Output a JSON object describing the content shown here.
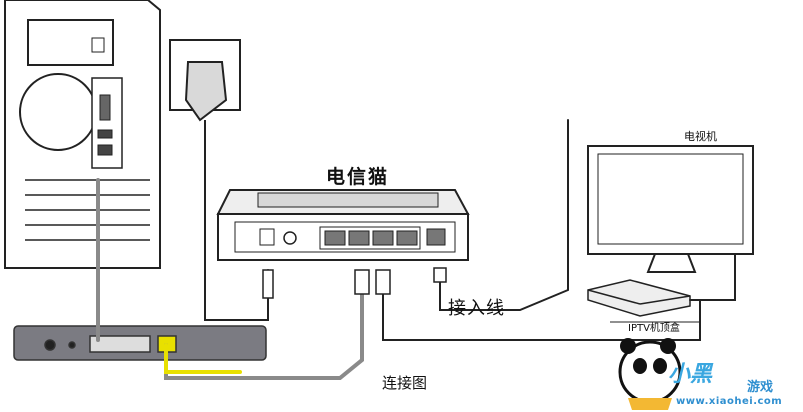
{
  "labels": {
    "modem": "电信猫",
    "tv": "电视机",
    "access_line": "接入线",
    "set_top_box": "IPTV机顶盒",
    "caption": "连接图"
  },
  "watermark": {
    "logo_text": "小黑",
    "sub_text": "游戏",
    "url": "www.xiaohei.com"
  },
  "colors": {
    "line": "#222222",
    "cable_gray": "#8a8a8a",
    "cable_yellow": "#e8e000",
    "watermark_blue": "#3aa7e0"
  }
}
